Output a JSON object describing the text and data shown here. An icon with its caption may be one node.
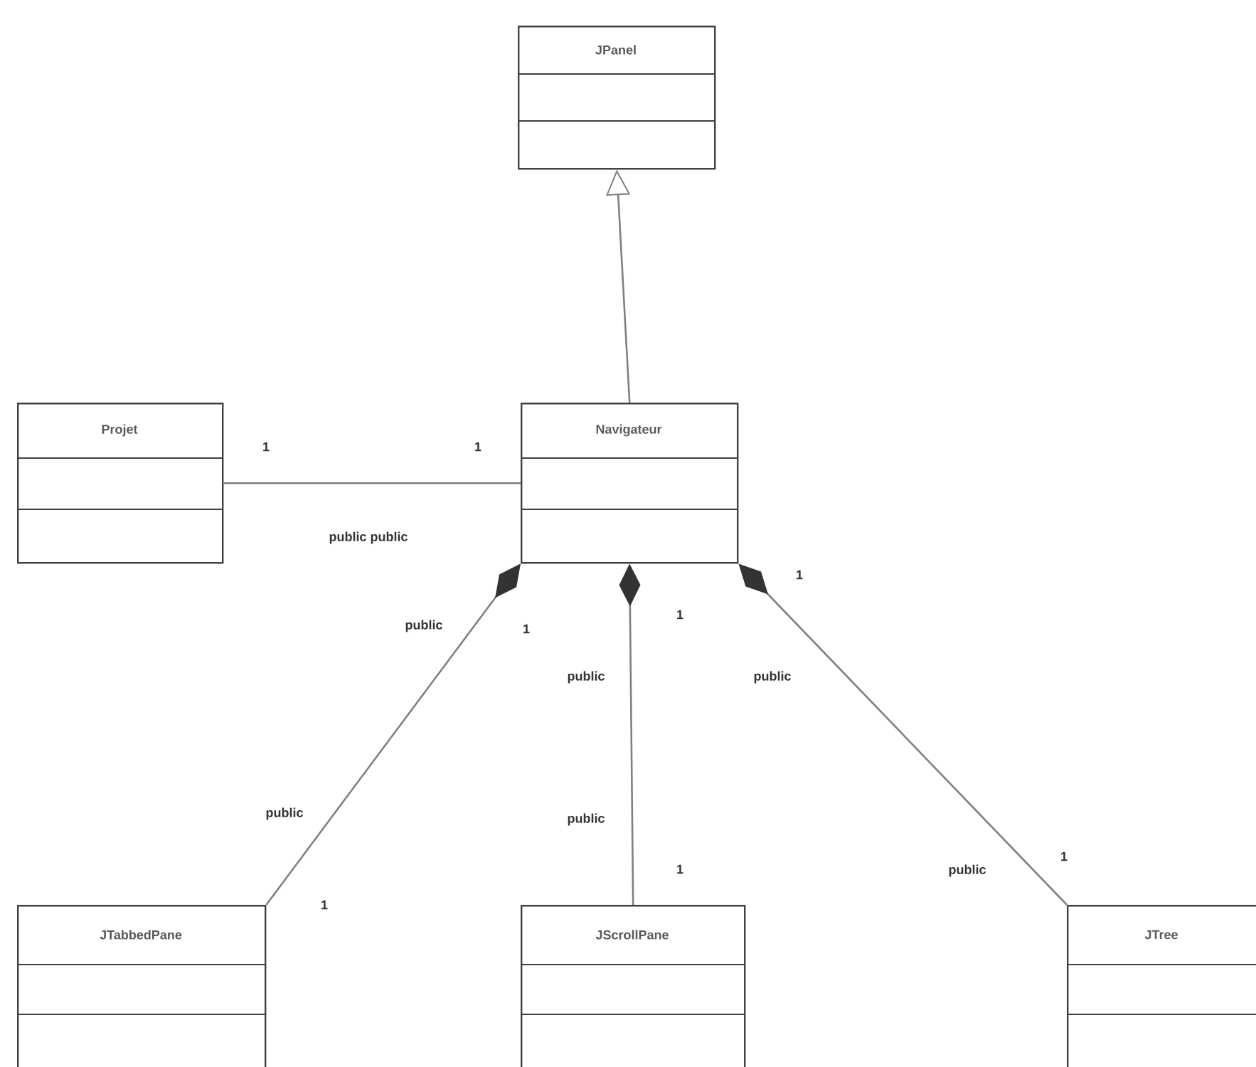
{
  "diagram": {
    "nodes": [
      {
        "text": [
          "JPanel"
        ]
      },
      {
        "text": [
          "Projet"
        ]
      },
      {
        "text": [
          "Navigateur"
        ]
      },
      {
        "text": [
          "JTabbedPane"
        ]
      },
      {
        "text": [
          "JScrollPane"
        ]
      },
      {
        "text": [
          "JTree"
        ]
      }
    ],
    "edges": [
      {
        "from": 2,
        "to": 0,
        "arrow": "to"
      },
      {
        "from": 1,
        "to": 2,
        "arrow": "none"
      },
      {
        "from": 2,
        "to": 3,
        "arrow": "other"
      },
      {
        "from": 2,
        "to": 4,
        "arrow": "other"
      },
      {
        "from": 2,
        "to": 5,
        "arrow": "other"
      }
    ],
    "labels": [
      "1",
      "1",
      "public public",
      "1",
      "1",
      "public",
      "1",
      "public",
      "public",
      "public",
      "public",
      "1",
      "1",
      "public",
      "1"
    ]
  }
}
